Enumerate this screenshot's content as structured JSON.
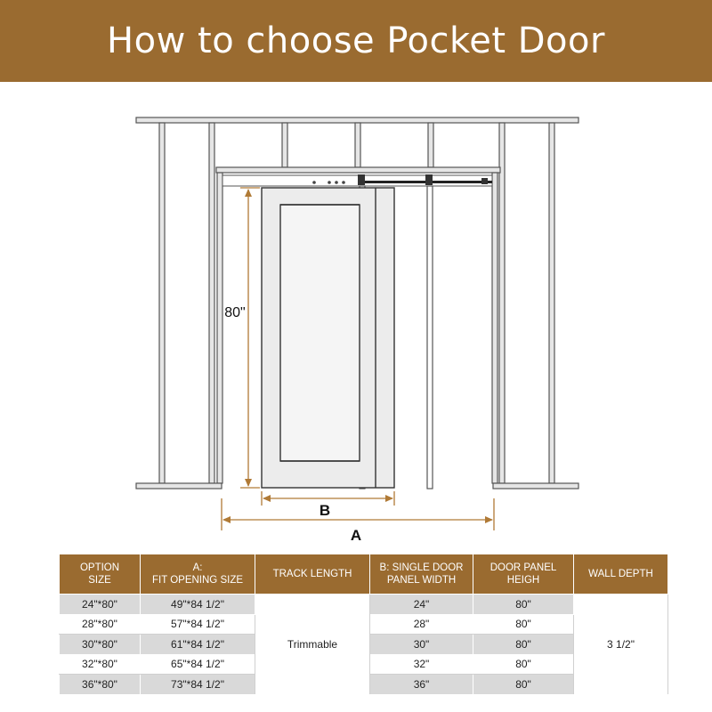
{
  "title": "How to choose Pocket Door",
  "diagram": {
    "height_label": "80\"",
    "panel_width_label": "B",
    "opening_width_label": "A",
    "colors": {
      "dimension": "#b07a36",
      "frame_fill": "#e6e6e6",
      "frame_stroke": "#555555"
    }
  },
  "table": {
    "headers": [
      [
        "OPTION",
        "SIZE"
      ],
      [
        "A:",
        "FIT OPENING SIZE"
      ],
      [
        "TRACK LENGTH"
      ],
      [
        "B: SINGLE DOOR",
        "PANEL WIDTH"
      ],
      [
        "DOOR PANEL",
        "HEIGH"
      ],
      [
        "WALL DEPTH"
      ]
    ],
    "rows": [
      {
        "option_size": "24\"*80\"",
        "fit_opening": "49\"*84 1/2\"",
        "panel_width": "24\"",
        "panel_height": "80\""
      },
      {
        "option_size": "28\"*80\"",
        "fit_opening": "57\"*84 1/2\"",
        "panel_width": "28\"",
        "panel_height": "80\""
      },
      {
        "option_size": "30\"*80\"",
        "fit_opening": "61\"*84 1/2\"",
        "panel_width": "30\"",
        "panel_height": "80\""
      },
      {
        "option_size": "32\"*80\"",
        "fit_opening": "65\"*84 1/2\"",
        "panel_width": "32\"",
        "panel_height": "80\""
      },
      {
        "option_size": "36\"*80\"",
        "fit_opening": "73\"*84 1/2\"",
        "panel_width": "36\"",
        "panel_height": "80\""
      }
    ],
    "track_length": "Trimmable",
    "wall_depth": "3 1/2\"",
    "colors": {
      "header_bg": "#9a6b30",
      "band": "#d9d9d9"
    }
  }
}
